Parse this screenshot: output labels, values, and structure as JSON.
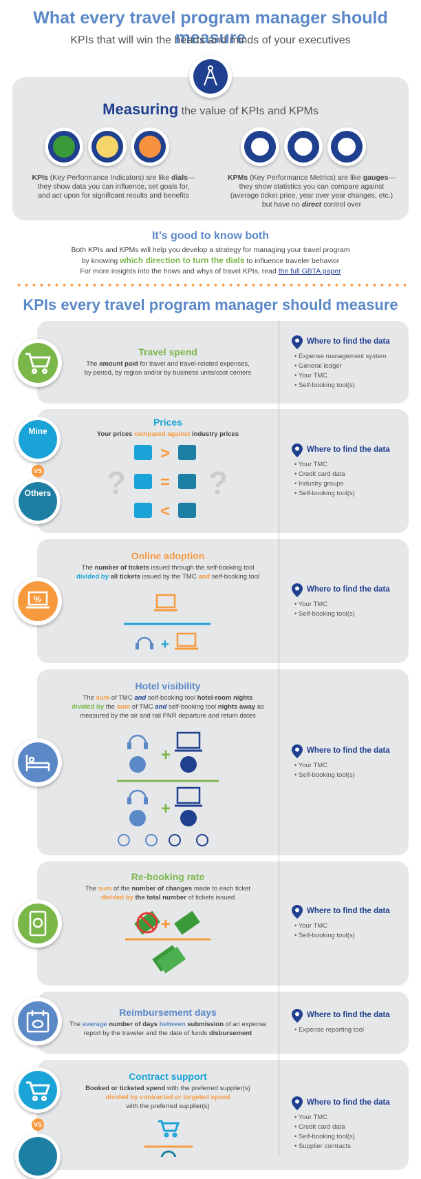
{
  "header": {
    "title": "What every travel program manager should measure",
    "subtitle": "KPIs that will win the hearts and minds of your executives"
  },
  "measuring": {
    "strong": "Measuring",
    "rest": " the value of KPIs and KPMs",
    "kpi_text_1": "KPIs",
    "kpi_text_2": " (Key Performance Indicators) are like ",
    "kpi_text_3": "dials",
    "kpi_text_4": "—",
    "kpi_text_5": "they show data you can influence, set goals for,",
    "kpi_text_6": "and act upon for significant results and benefits",
    "kpm_text_1": "KPMs",
    "kpm_text_2": " (Key Performance Metrics) are like ",
    "kpm_text_3": "gauges",
    "kpm_text_4": "—",
    "kpm_text_5": "they show statistics you can compare against",
    "kpm_text_6": "(average ticket price, year over year changes, etc.)",
    "kpm_text_7": "but have no ",
    "kpm_text_8": "direct",
    "kpm_text_9": " control over"
  },
  "good": {
    "title": "It’s good to know both",
    "line1": "Both KPIs and KPMs will help you develop a strategy for managing your travel program",
    "line2a": "by knowing ",
    "line2b": "which direction to turn the dials",
    "line2c": " to influence traveler behavior",
    "line3a": "For more insights into the hows and whys of travel KPIs, read ",
    "line3b": "the full GBTA paper"
  },
  "kpi_heading": "KPIs every travel program manager should measure",
  "where": "Where to find the data",
  "cards": [
    {
      "title": "Travel spend",
      "d1a": "The ",
      "d1b": "amount paid",
      "d1c": " for travel and travel-related expenses,",
      "d2": "by period, by region and/or by business units/cost centers",
      "sources": [
        "Expense management system",
        "General ledger",
        "Your TMC",
        "Self-booking tool(s)"
      ]
    },
    {
      "title": "Prices",
      "d1a": "Your prices ",
      "d1b": "compared against",
      "d1c": " industry prices",
      "mine": "Mine",
      "others": "Others",
      "vs": "VS",
      "sources": [
        "Your TMC",
        "Credit card data",
        "Industry groups",
        "Self-booking tool(s)"
      ]
    },
    {
      "title": "Online adoption",
      "d1a": "The ",
      "d1b": "number of tickets",
      "d1c": " issued through the self-booking tool",
      "d2a": "divided by",
      "d2b": " all tickets",
      "d2c": " issued by the TMC ",
      "d2d": "and",
      "d2e": " self-booking tool",
      "sources": [
        "Your TMC",
        "Self-booking tool(s)"
      ]
    },
    {
      "title": "Hotel visibility",
      "d1a": "The ",
      "d1b": "sum",
      "d1c": " of TMC ",
      "d1d": "and",
      "d1e": " self-booking tool ",
      "d1f": "hotel-room nights",
      "d2a": "divided by",
      "d2b": " the ",
      "d2c": "sum",
      "d2d": " of TMC ",
      "d2e": "and",
      "d2f": " self-booking tool ",
      "d2g": "nights away",
      "d2h": " as",
      "d3": "measured by the air and rail PNR departure and return dates",
      "sources": [
        "Your TMC",
        "Self-booking tool(s)"
      ]
    },
    {
      "title": "Re-booking rate",
      "d1a": "The ",
      "d1b": "sum",
      "d1c": " of the ",
      "d1d": "number of changes",
      "d1e": " made to each ticket",
      "d2a": "divided by",
      "d2b": " the total number",
      "d2c": " of tickets issued",
      "sources": [
        "Your TMC",
        "Self-booking tool(s)"
      ]
    },
    {
      "title": "Reimbursement days",
      "d1a": "The ",
      "d1b": "average",
      "d1c": " number of days ",
      "d1d": "between",
      "d1e": " ",
      "d1f": "submission",
      "d1g": " of an expense",
      "d2a": "report by the traveler and the date of funds ",
      "d2b": "disbursement",
      "sources": [
        "Expense reporting tool"
      ]
    },
    {
      "title": "Contract support",
      "d1a": "Booked or ticketed spend",
      "d1b": " with the preferred supplier(s)",
      "d2": "divided by contracted or targeted spend",
      "d3": "with the preferred supplier(s)",
      "vs": "VS",
      "sources": [
        "Your TMC",
        "Credit card data",
        "Self-booking tool(s)",
        "Supplier contracts"
      ]
    }
  ],
  "colors": {
    "blue": "#5b88c7",
    "navy": "#1f3f8f",
    "green": "#7ab648",
    "orange": "#f79a3e",
    "teal": "#1aa3d6",
    "panel": "#e6e7e9"
  }
}
